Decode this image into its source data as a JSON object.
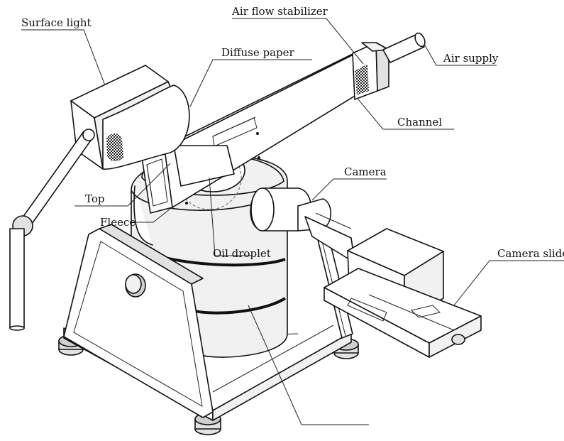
{
  "diagram": {
    "labels": {
      "surface_light": "Surface light",
      "air_flow_stabilizer": "Air flow stabilizer",
      "diffuse_paper": "Diffuse paper",
      "air_supply": "Air supply",
      "channel": "Channel",
      "camera": "Camera",
      "top": "Top",
      "fleece": "Fleece",
      "oil_droplet": "Oil droplet",
      "camera_slide": "Camera slide"
    }
  }
}
